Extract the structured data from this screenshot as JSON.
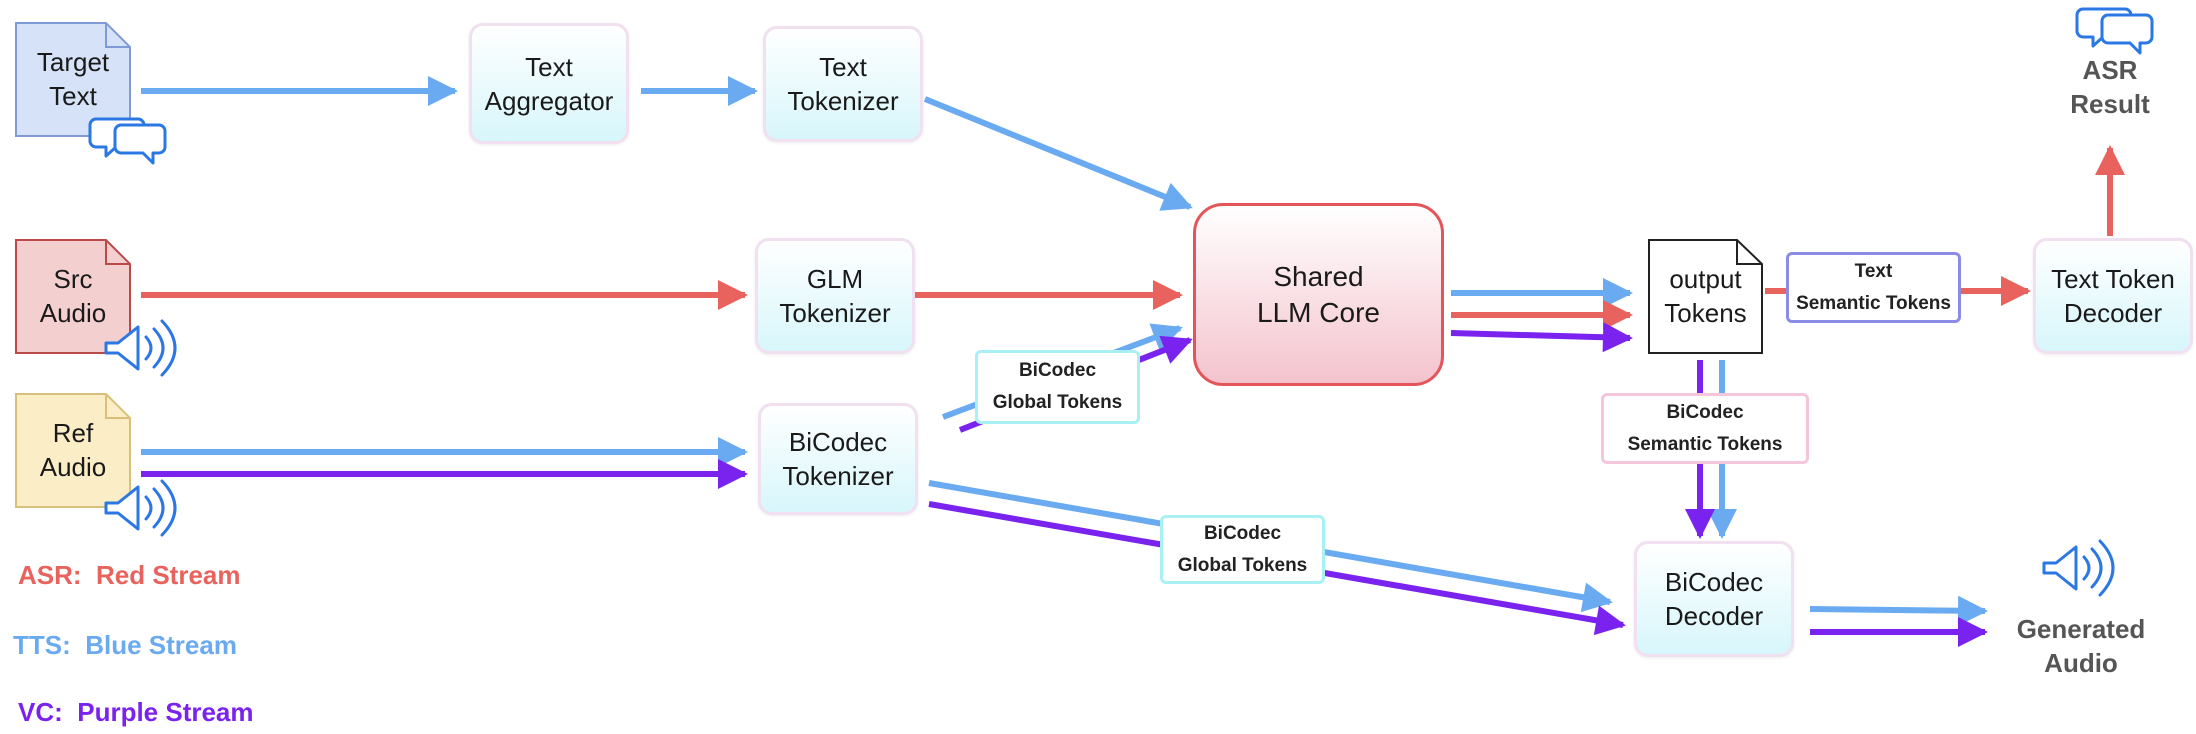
{
  "colors": {
    "red": "#e8635e",
    "blue": "#6aaaf0",
    "purple": "#7a22ee",
    "icon_blue": "#2b78e4"
  },
  "inputs": {
    "target_text": "Target\nText",
    "src_audio": "Src\nAudio",
    "ref_audio": "Ref\nAudio"
  },
  "modules": {
    "text_aggregator": "Text\nAggregator",
    "text_tokenizer": "Text\nTokenizer",
    "glm_tokenizer": "GLM\nTokenizer",
    "bicodec_tokenizer": "BiCodec\nTokenizer",
    "shared_llm_core": "Shared\nLLM Core",
    "output_tokens": "output\nTokens",
    "text_token_decoder": "Text Token\nDecoder",
    "bicodec_decoder": "BiCodec\nDecoder"
  },
  "edge_labels": {
    "bicodec_global_tokens_1": "BiCodec\nGlobal Tokens",
    "bicodec_global_tokens_2": "BiCodec\nGlobal Tokens",
    "bicodec_semantic_tokens": "BiCodec\nSemantic Tokens",
    "text_semantic_tokens": "Text\nSemantic Tokens"
  },
  "outputs": {
    "asr_result": "ASR\nResult",
    "generated_audio": "Generated\nAudio"
  },
  "legend": {
    "asr": "ASR:  Red Stream",
    "tts": "TTS:  Blue Stream",
    "vc": "VC:  Purple Stream"
  }
}
